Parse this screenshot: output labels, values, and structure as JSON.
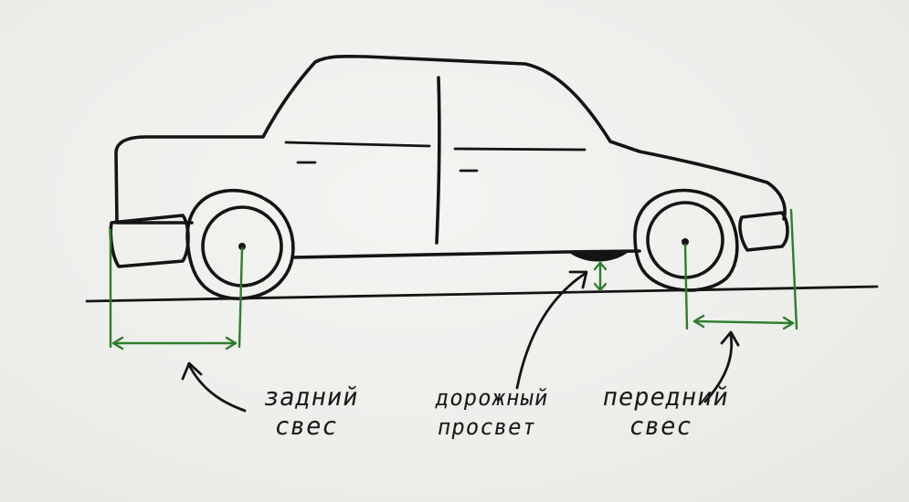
{
  "labels": {
    "rear_overhang": {
      "line1": "задний",
      "line2": "свес"
    },
    "ground_clearance": {
      "line1": "дорожный",
      "line2": "просвет"
    },
    "front_overhang": {
      "line1": "передний",
      "line2": "свес"
    }
  },
  "colors": {
    "ink": "#141414",
    "dimension_lines": "#2e7d2e",
    "paper": "#efefec"
  }
}
